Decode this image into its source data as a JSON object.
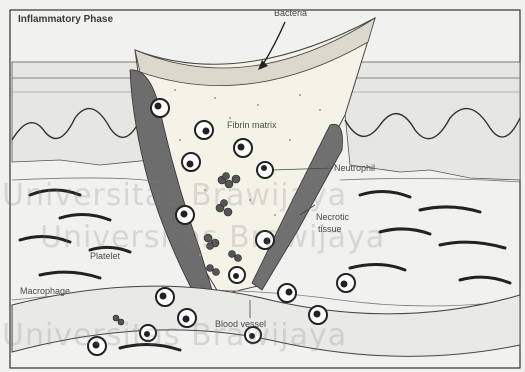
{
  "figure": {
    "title": "Inflammatory Phase",
    "labels": {
      "bacteria": "Bacteria",
      "fibrin_matrix": "Fibrin matrix",
      "neutrophil": "Neutrophil",
      "necrotic_tissue_line1": "Necrotic",
      "necrotic_tissue_line2": "tissue",
      "platelet": "Platelet",
      "macrophage": "Macrophage",
      "blood_vessel": "Blood vessel"
    },
    "watermark": "Universitas Brawijaya"
  }
}
